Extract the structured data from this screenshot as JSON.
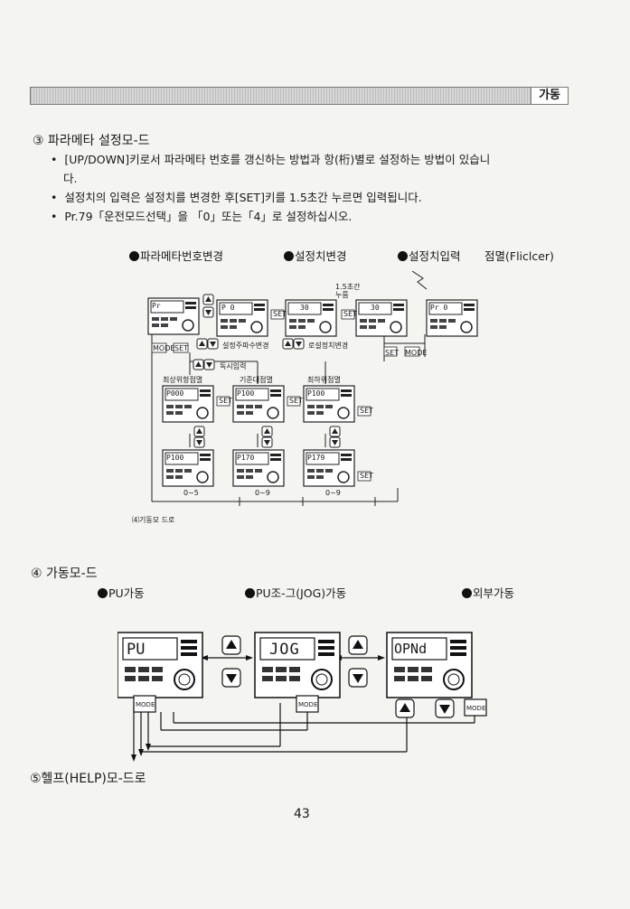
{
  "header": {
    "tab_label": "가동"
  },
  "section3": {
    "title": "③ 파라메타 설정모-드",
    "bullets": [
      "[UP/DOWN]키로서 파라메타 번호를 갱신하는 방법과 항(桁)별로 설정하는 방법이 있습니",
      "다.",
      "설정치의 입력은 설정치를 변경한 후[SET]키를 1.5초간 누르면 입력됩니다.",
      "Pr.79「운전모드선택」을 「0」또는「4」로 설정하십시오."
    ],
    "column_labels": [
      "파라메타번호변경",
      "설정치변경",
      "설정치입력",
      "점멸(Fliclcer)"
    ],
    "diagram": {
      "hold_note": "1.5초간\n누름",
      "displays": [
        "Pr",
        "P    0",
        "30",
        "30",
        "Pr  0",
        "P000",
        "P100",
        "P100",
        "P100",
        "P170",
        "P179"
      ],
      "buttons": {
        "set": "SET",
        "mode": "MODE"
      },
      "labels": {
        "freq_change": "설정주파수변경",
        "to_setting": "로설정치변경",
        "read_now": "독시입력",
        "lowest_digit": "최상위항점멸",
        "middle_digit": "기준대점멸",
        "highest_digit": "최하위점멸",
        "range_1": "0~5",
        "range_2": "0~9",
        "range_3": "0~9",
        "to_run": "⑷기동모 드로"
      }
    }
  },
  "section4": {
    "title": "④ 가동모-드",
    "column_labels": [
      "PU가동",
      "PU조-그(JOG)가동",
      "외부가동"
    ],
    "displays": [
      "PU",
      "JOG",
      "OPNd"
    ],
    "mode_label": "MODE"
  },
  "section5": {
    "title": "⑤헬프(HELP)모-드로"
  },
  "page_number": "43",
  "colors": {
    "ink": "#1a1a1a",
    "paper": "#f4f4f1"
  }
}
